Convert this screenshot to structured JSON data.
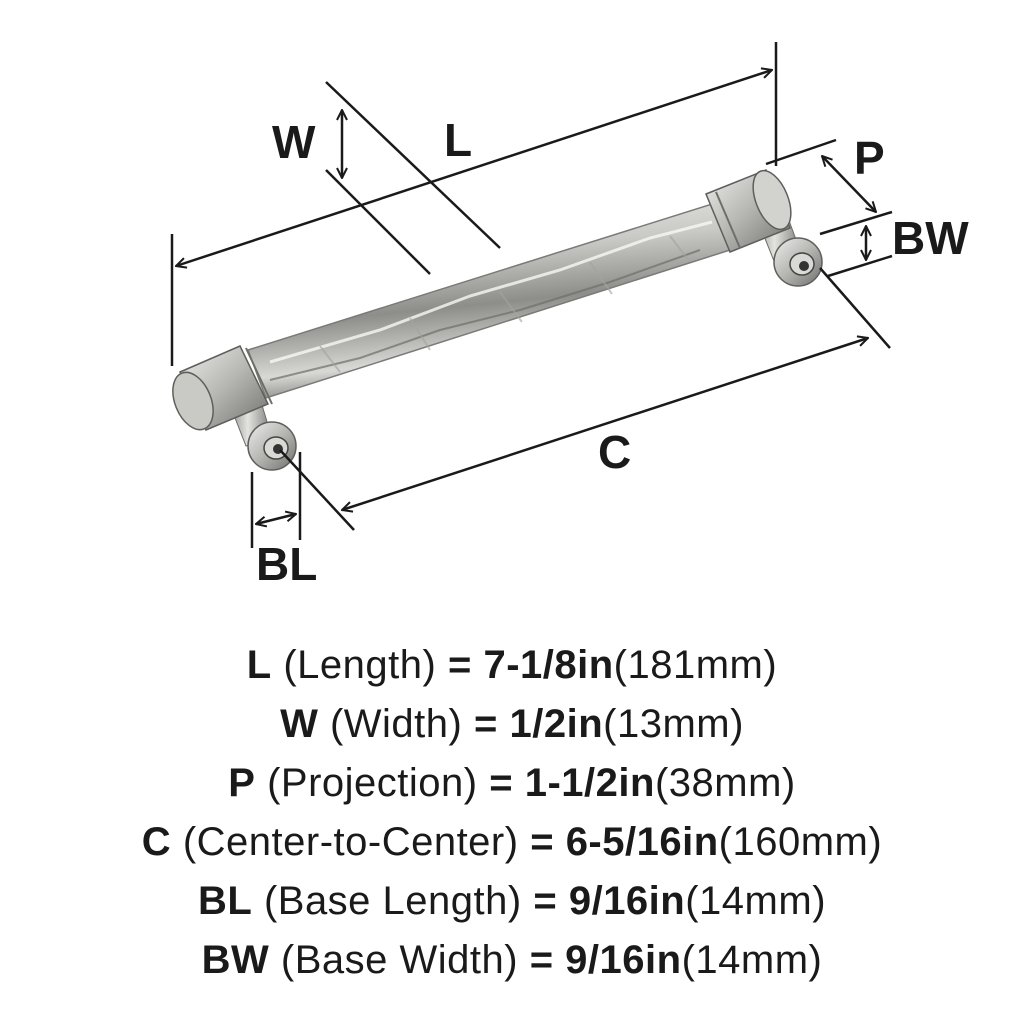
{
  "diagram": {
    "labels": {
      "L": "L",
      "W": "W",
      "P": "P",
      "BW": "BW",
      "C": "C",
      "BL": "BL"
    },
    "product": "cabinet-pull-icon"
  },
  "specs": [
    {
      "abbr": "L",
      "name": "(Length)",
      "sep": "=",
      "imperial": "7-1/8in",
      "metric": "(181mm)"
    },
    {
      "abbr": "W",
      "name": "(Width)",
      "sep": "=",
      "imperial": "1/2in",
      "metric": "(13mm)"
    },
    {
      "abbr": "P",
      "name": "(Projection)",
      "sep": "=",
      "imperial": "1-1/2in",
      "metric": "(38mm)"
    },
    {
      "abbr": "C",
      "name": "(Center-to-Center)",
      "sep": "=",
      "imperial": "6-5/16in",
      "metric": "(160mm)"
    },
    {
      "abbr": "BL",
      "name": "(Base Length)",
      "sep": "=",
      "imperial": "9/16in",
      "metric": "(14mm)"
    },
    {
      "abbr": "BW",
      "name": "(Base Width)",
      "sep": "=",
      "imperial": "9/16in",
      "metric": "(14mm)"
    }
  ]
}
